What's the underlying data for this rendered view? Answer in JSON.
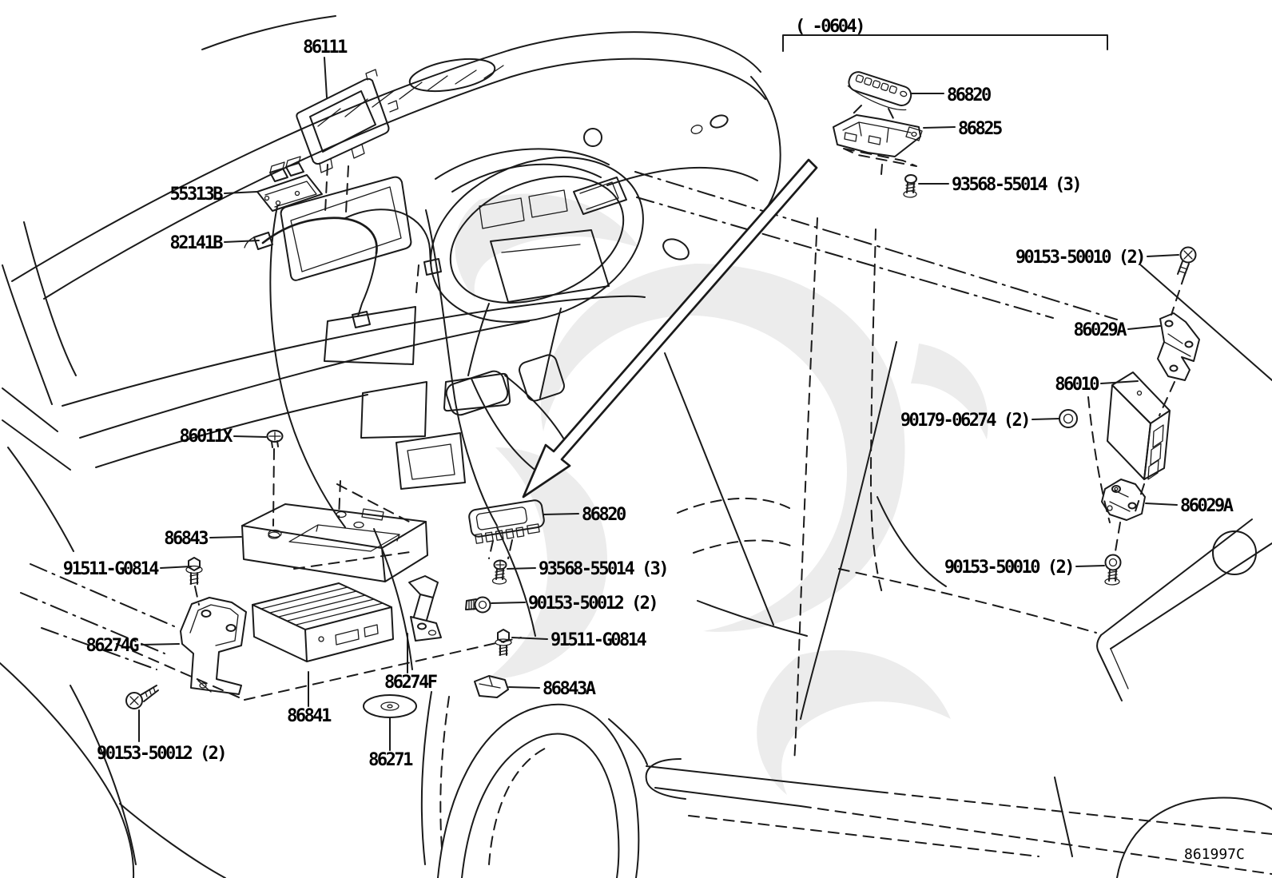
{
  "header": {
    "variant_note": "(   -0604)"
  },
  "footer": {
    "diagram_code": "861997C"
  },
  "colors": {
    "line": "#1a1a1a",
    "background": "#ffffff",
    "watermark": "#ececec",
    "label_text": "#000000"
  },
  "labels": [
    {
      "text": "86111"
    },
    {
      "text": "55313B"
    },
    {
      "text": "82141B"
    },
    {
      "text": "86011X"
    },
    {
      "text": "86843"
    },
    {
      "text": "91511-G0814"
    },
    {
      "text": "86274G"
    },
    {
      "text": "90153-50012 (2)"
    },
    {
      "text": "86841"
    },
    {
      "text": "86271"
    },
    {
      "text": "86274F"
    },
    {
      "text": "86843A"
    },
    {
      "text": "86820"
    },
    {
      "text": "93568-55014 (3)"
    },
    {
      "text": "90153-50012 (2)"
    },
    {
      "text": "91511-G0814"
    },
    {
      "text": "86820"
    },
    {
      "text": "86825"
    },
    {
      "text": "93568-55014 (3)"
    },
    {
      "text": "90153-50010 (2)"
    },
    {
      "text": "86029A"
    },
    {
      "text": "86010"
    },
    {
      "text": "90179-06274 (2)"
    },
    {
      "text": "86029A"
    },
    {
      "text": "90153-50010 (2)"
    }
  ]
}
